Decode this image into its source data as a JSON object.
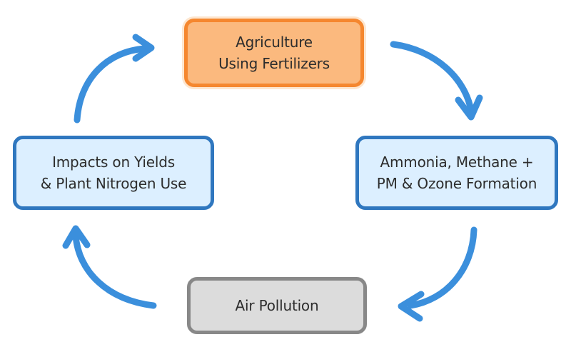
{
  "colors": {
    "arrow": "#3b8fdc",
    "agriculture_fill": "#fbb97e",
    "agriculture_border": "#f5872f",
    "blue_fill": "#dcefff",
    "blue_border": "#2f77bf",
    "gray_fill": "#dcdcdc",
    "gray_border": "#888888"
  },
  "nodes": {
    "agriculture": {
      "line1": "Agriculture",
      "line2": "Using Fertilizers"
    },
    "ammonia": {
      "line1": "Ammonia, Methane +",
      "line2": "PM & Ozone Formation"
    },
    "air_pollution": {
      "line1": "Air Pollution"
    },
    "impacts": {
      "line1": "Impacts on Yields",
      "line2": "& Plant Nitrogen Use"
    }
  },
  "flow": [
    {
      "from": "agriculture",
      "to": "ammonia"
    },
    {
      "from": "ammonia",
      "to": "air_pollution"
    },
    {
      "from": "air_pollution",
      "to": "impacts"
    },
    {
      "from": "impacts",
      "to": "agriculture"
    }
  ]
}
